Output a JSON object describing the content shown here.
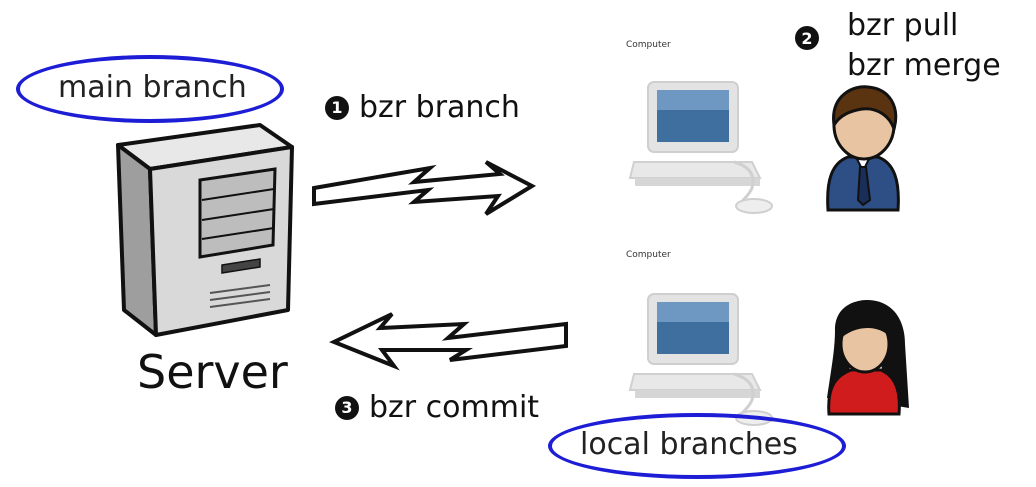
{
  "labels": {
    "main_branch": "main branch",
    "server": "Server",
    "local_branches": "local branches",
    "computer_top": "Computer",
    "computer_bottom": "Computer"
  },
  "steps": {
    "step1": {
      "number": "1",
      "text": "bzr branch"
    },
    "step2": {
      "number": "2",
      "line1": "bzr pull",
      "line2": "bzr merge"
    },
    "step3": {
      "number": "3",
      "text": "bzr commit"
    }
  },
  "colors": {
    "ellipse": "#1d1dd6",
    "man_shirt": "#2d4f86",
    "woman_shirt": "#d01c1c",
    "hair_man": "#5a3310",
    "hair_woman": "#111111"
  },
  "icons": [
    "server-icon",
    "computer-icon",
    "user-man-icon",
    "user-woman-icon",
    "lightning-arrow-right-icon",
    "lightning-arrow-left-icon"
  ]
}
